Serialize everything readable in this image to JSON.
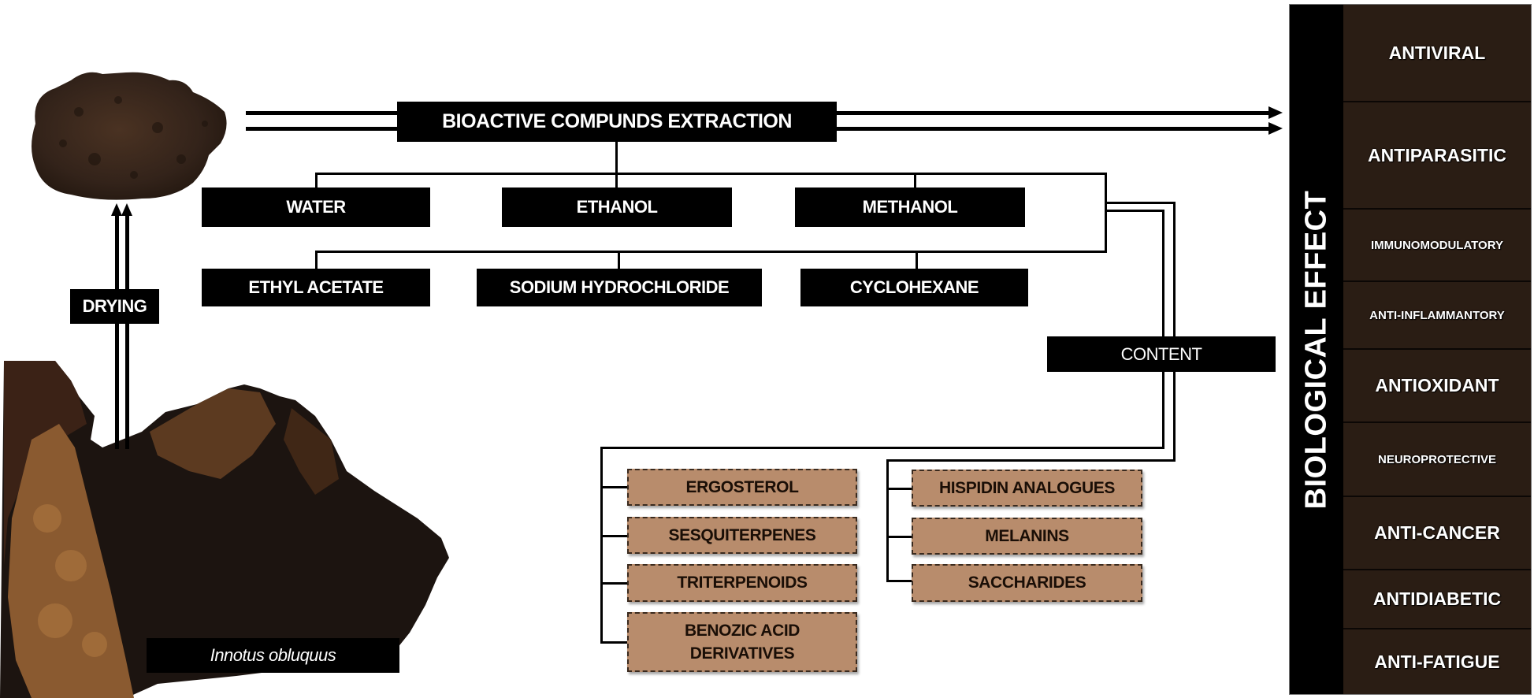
{
  "title": "BIOACTIVE COMPUNDS EXTRACTION",
  "species_label": "Innotus obluquus",
  "process_step": "DRYING",
  "solvents": {
    "row1": [
      "WATER",
      "ETHANOL",
      "METHANOL"
    ],
    "row2": [
      "ETHYL ACETATE",
      "SODIUM HYDROCHLORIDE",
      "CYCLOHEXANE"
    ]
  },
  "content_label": "CONTENT",
  "compounds": {
    "left": [
      "ERGOSTEROL",
      "SESQUITERPENES",
      "TRITERPENOIDS",
      "BENOZIC ACID DERIVATIVES"
    ],
    "right": [
      "HISPIDIN ANALOGUES",
      "MELANINS",
      "SACCHARIDES"
    ]
  },
  "biological_effect": {
    "heading": "BIOLOGICAL EFFECT",
    "items": [
      "ANTIVIRAL",
      "ANTIPARASITIC",
      "IMMUNOMODULATORY",
      "ANTI-INFLAMMANTORY",
      "ANTIOXIDANT",
      "NEUROPROTECTIVE",
      "ANTI-CANCER",
      "ANTIDIABETIC",
      "ANTI-FATIGUE"
    ]
  },
  "images": {
    "powder": "dried-mushroom-powder",
    "mushroom": "chaga-mushroom-raw"
  },
  "colors": {
    "box_black": "#000000",
    "compound_fill": "#b88c6c",
    "effect_cell": "#2a1d14"
  }
}
